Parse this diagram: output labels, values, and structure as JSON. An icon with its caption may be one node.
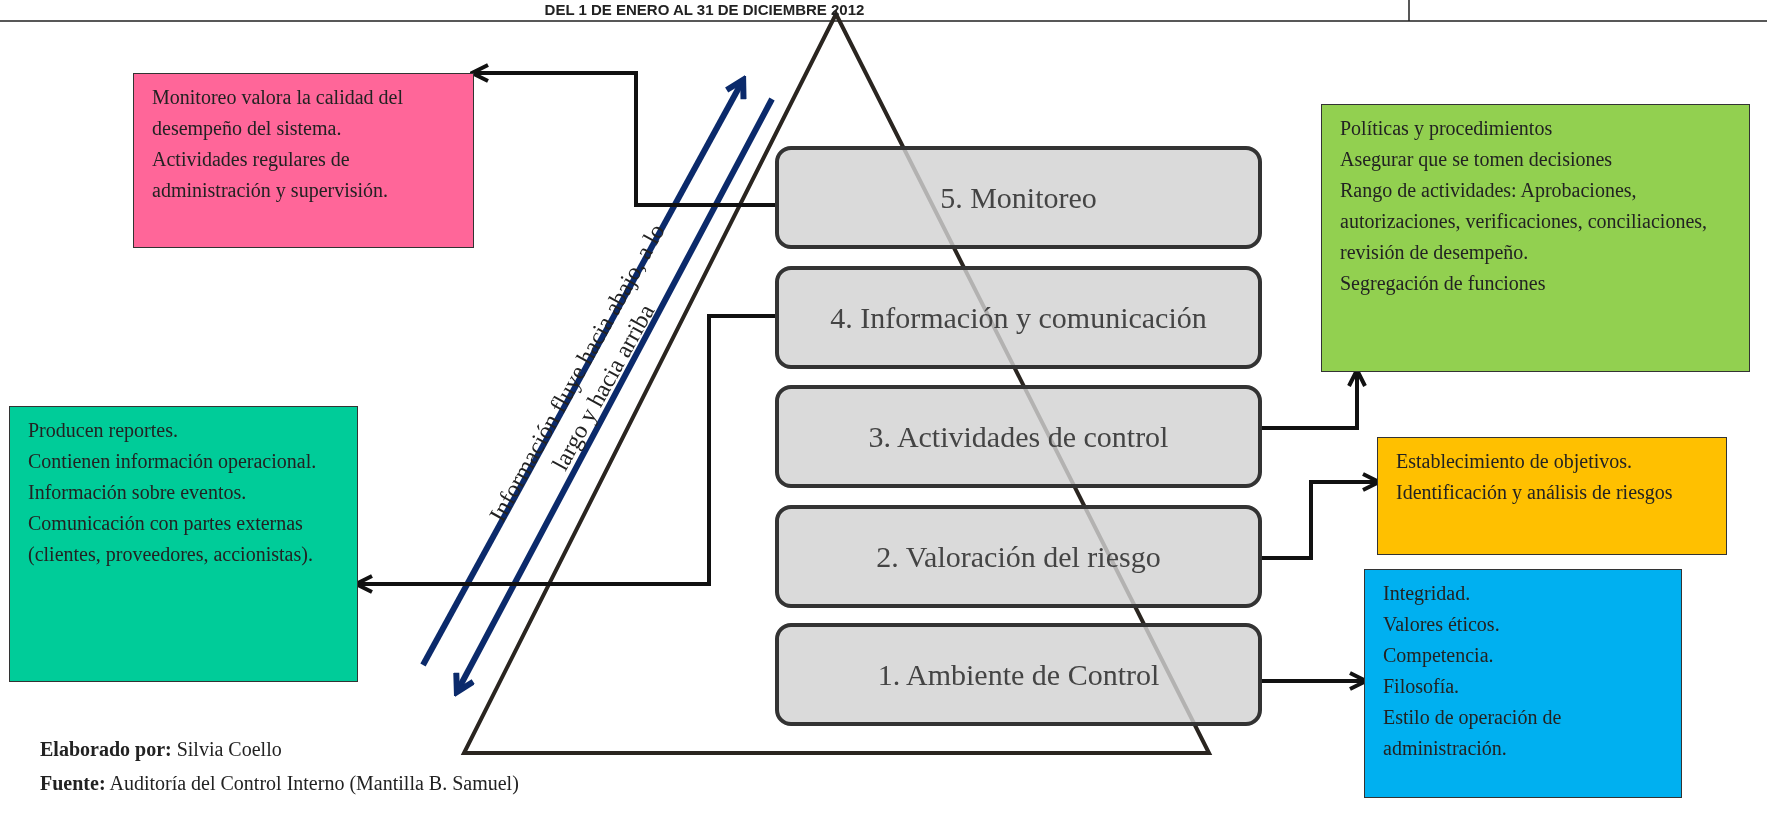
{
  "diagram": {
    "title": "DEL 1 DE ENERO AL 31 DE DICIEMBRE 2012",
    "nodes": [
      {
        "text": [
          "Monitoreo valora la calidad del desempeño del sistema.",
          "Actividades regulares de administración y supervisión."
        ]
      },
      {
        "text": [
          "5. Monitoreo"
        ]
      },
      {
        "text": [
          "Políticas y procedimientos",
          "Asegurar que se tomen decisiones",
          "Rango de actividades: Aprobaciones, autorizaciones, verificaciones, conciliaciones, revisión de desempeño.",
          "Segregación de funciones"
        ]
      },
      {
        "text": [
          "4. Información y comunicación"
        ]
      },
      {
        "text": [
          "Producen reportes.",
          "Contienen información operacional.",
          "Información sobre eventos.",
          "Comunicación con partes externas (clientes, proveedores, accionistas)."
        ]
      },
      {
        "text": [
          "3. Actividades de control"
        ]
      },
      {
        "text": [
          "Establecimiento de objetivos.",
          "Identificación y análisis de riesgos"
        ]
      },
      {
        "text": [
          "2. Valoración del riesgo"
        ]
      },
      {
        "text": [
          "Integridad.",
          "Valores éticos.",
          "Competencia.",
          "Filosofía.",
          "Estilo de operación de administración."
        ]
      },
      {
        "text": [
          "1. Ambiente de Control"
        ]
      }
    ],
    "edges": [
      {
        "from": 1,
        "to": 0,
        "arrow": "to"
      },
      {
        "from": 3,
        "to": 4,
        "arrow": "to"
      },
      {
        "from": 5,
        "to": 2,
        "arrow": "to"
      },
      {
        "from": 7,
        "to": 6,
        "arrow": "to"
      },
      {
        "from": 9,
        "to": 8,
        "arrow": "to"
      }
    ],
    "labels": [
      "Información fluye hacia abajo, a lo largo y hacia arriba",
      "**Elaborado por:** Silvia Coello",
      "**Fuente:** Auditoría del Control Interno (Mantilla B. Samuel)"
    ]
  }
}
